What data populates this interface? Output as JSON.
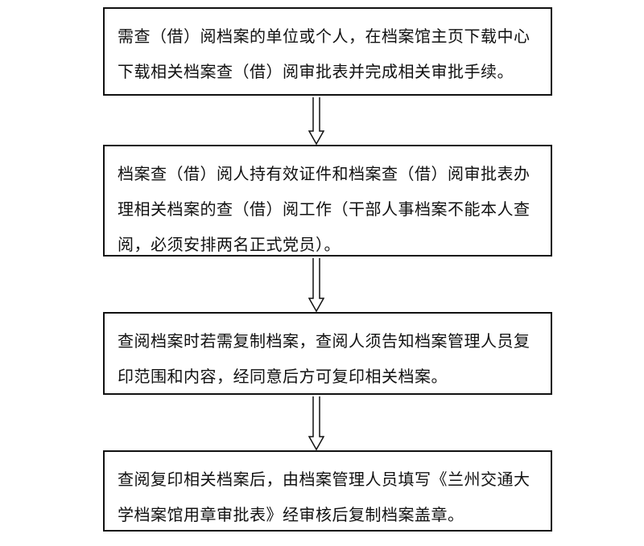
{
  "steps": [
    {
      "text": "需查（借）阅档案的单位或个人，在档案馆主页下载中心下载相关档案查（借）阅审批表并完成相关审批手续。"
    },
    {
      "text": "档案查（借）阅人持有效证件和档案查（借）阅审批表办理相关档案的查（借）阅工作（干部人事档案不能本人查阅，必须安排两名正式党员）。"
    },
    {
      "text": "查阅档案时若需复制档案，查阅人须告知档案管理人员复印范围和内容，经同意后方可复印相关档案。"
    },
    {
      "text": "查阅复印相关档案后，由档案管理人员填写《兰州交通大学档案馆用章审批表》经审核后复制档案盖章。"
    }
  ]
}
